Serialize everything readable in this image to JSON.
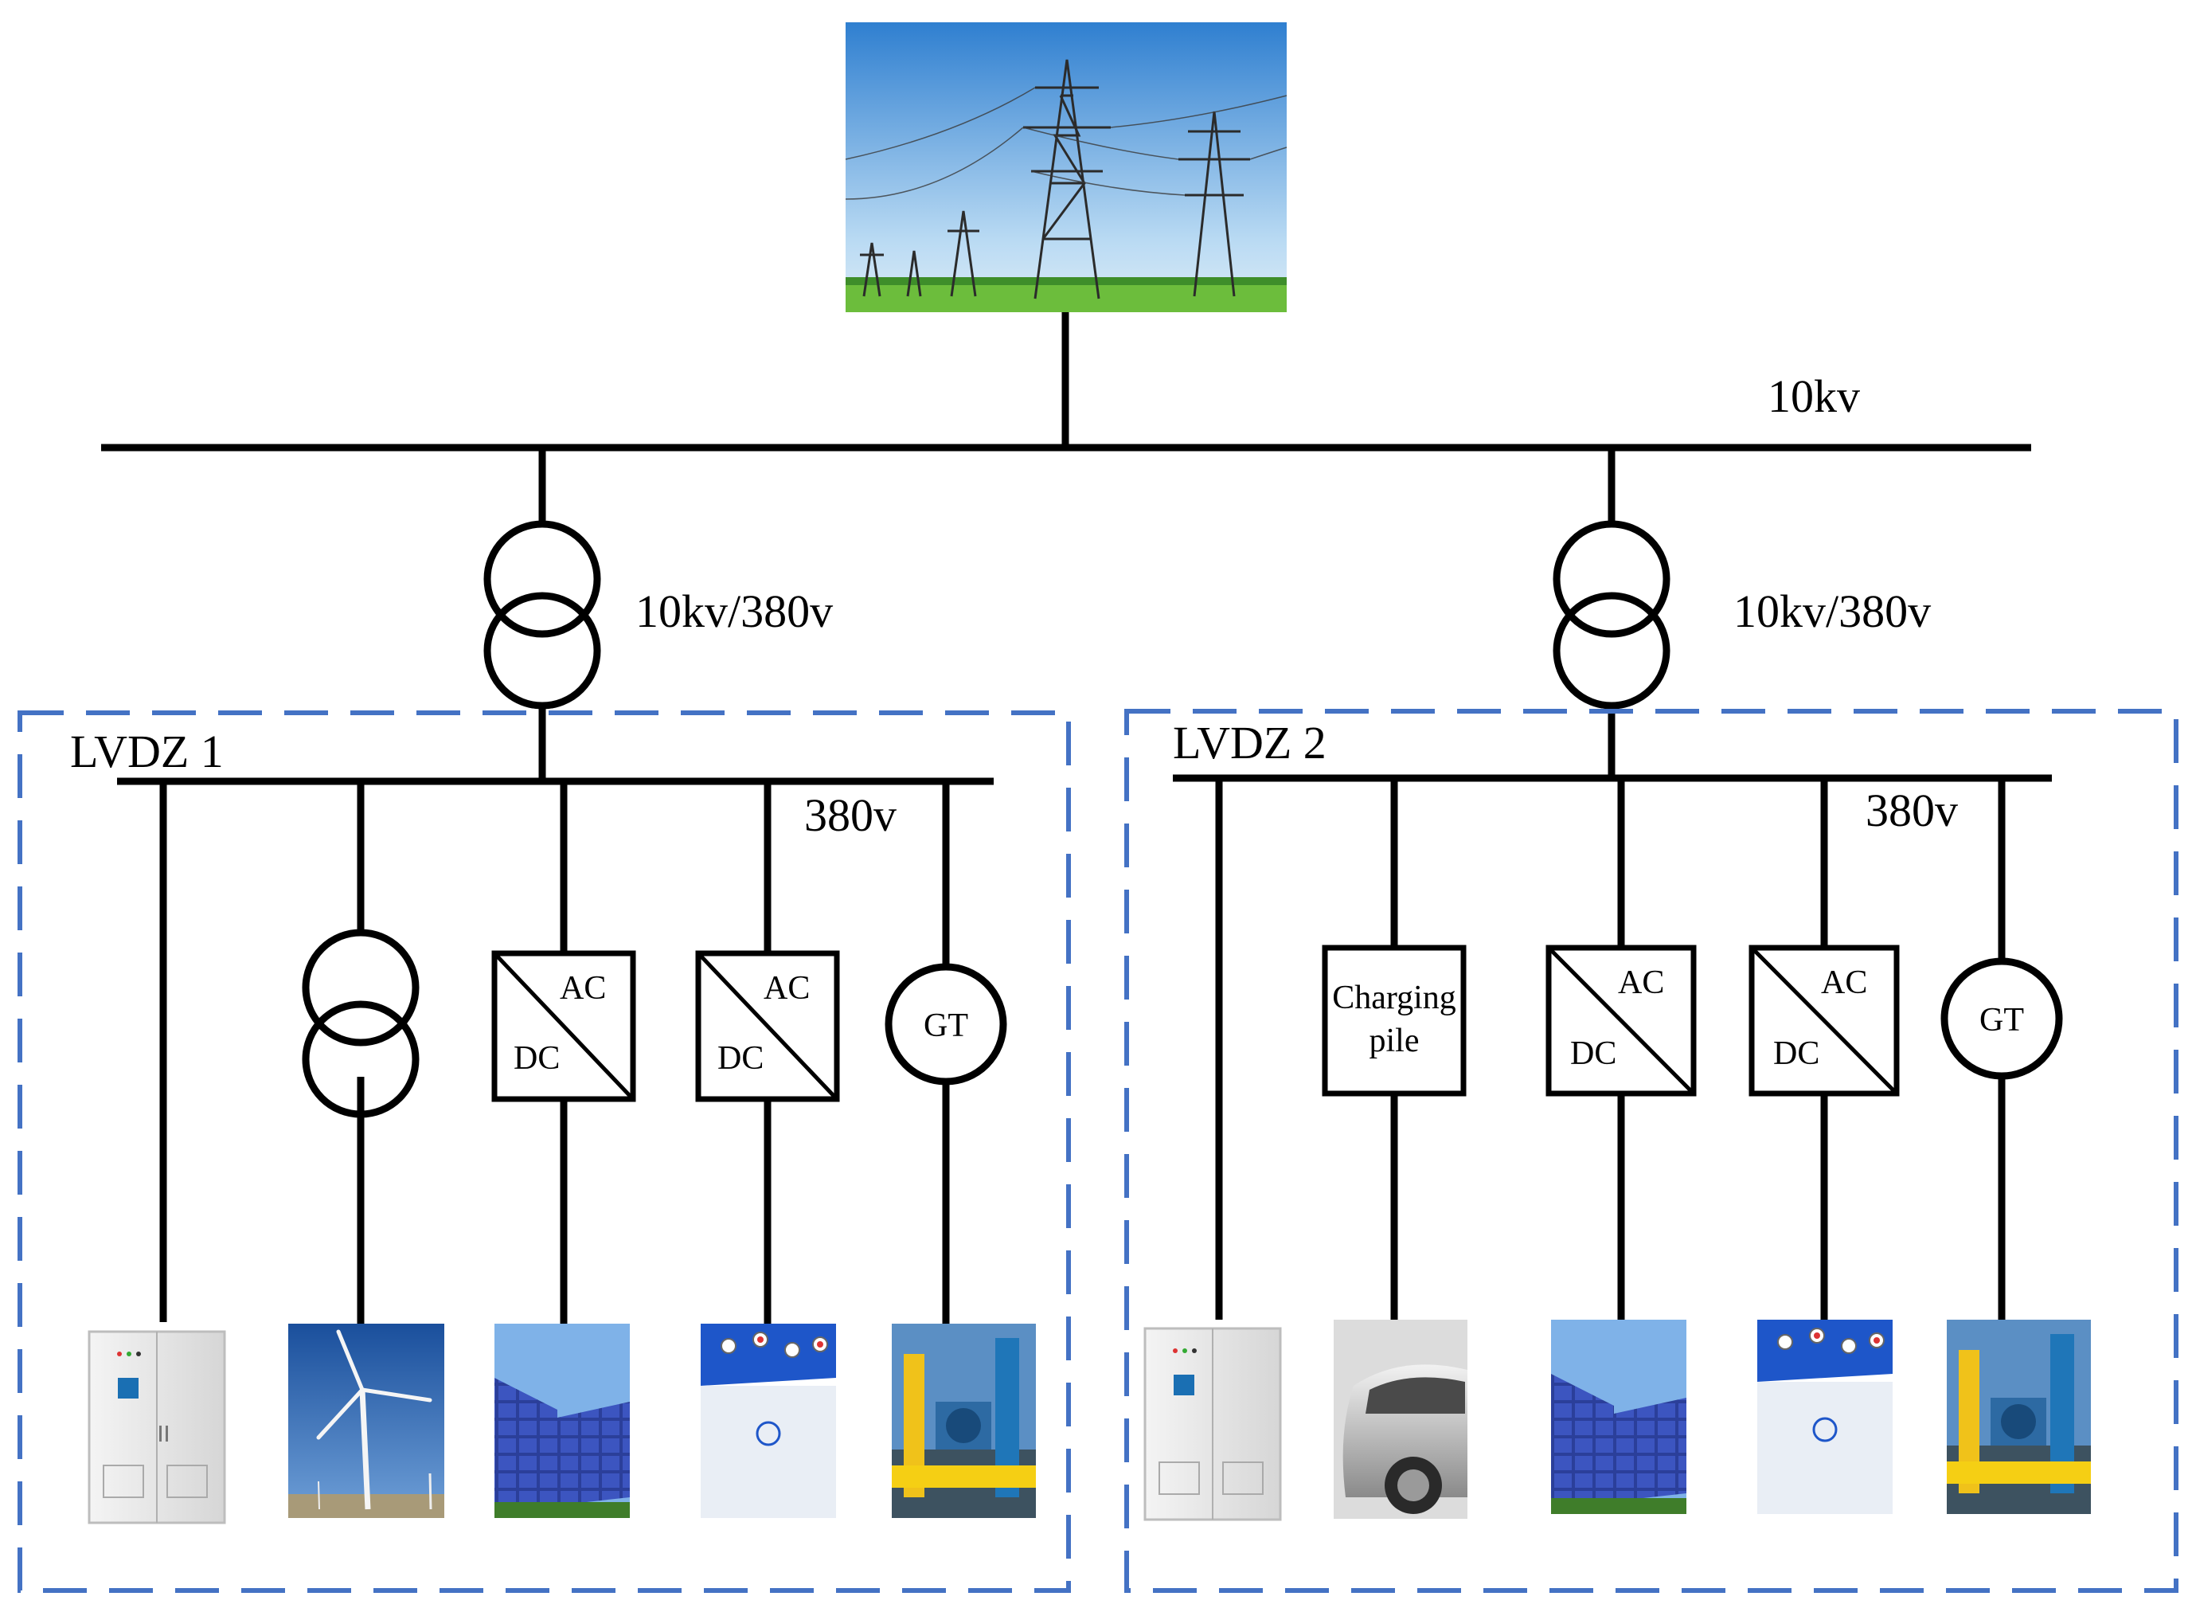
{
  "grid": {
    "bus_voltage": "10kv",
    "image": "transmission-tower-photo"
  },
  "transformers": {
    "main_ratio_left": "10kv/380v",
    "main_ratio_right": "10kv/380v"
  },
  "zones": [
    {
      "name": "LVDZ 1",
      "bus_voltage": "380v",
      "converters": [
        {
          "ac": "AC",
          "dc": "DC"
        },
        {
          "ac": "AC",
          "dc": "DC"
        }
      ],
      "generator": "GT",
      "devices": [
        "energy-cabinet-photo",
        "wind-turbine-photo",
        "solar-panel-photo",
        "battery-photo",
        "gas-turbine-photo"
      ]
    },
    {
      "name": "LVDZ 2",
      "bus_voltage": "380v",
      "charging_pile": {
        "line1": "Charging",
        "line2": "pile"
      },
      "converters": [
        {
          "ac": "AC",
          "dc": "DC"
        },
        {
          "ac": "AC",
          "dc": "DC"
        }
      ],
      "generator": "GT",
      "devices": [
        "energy-cabinet-photo",
        "electric-car-photo",
        "solar-panel-photo",
        "battery-photo",
        "gas-turbine-photo"
      ]
    }
  ],
  "colors": {
    "line": "#000000",
    "zone_border": "#4472C4"
  }
}
